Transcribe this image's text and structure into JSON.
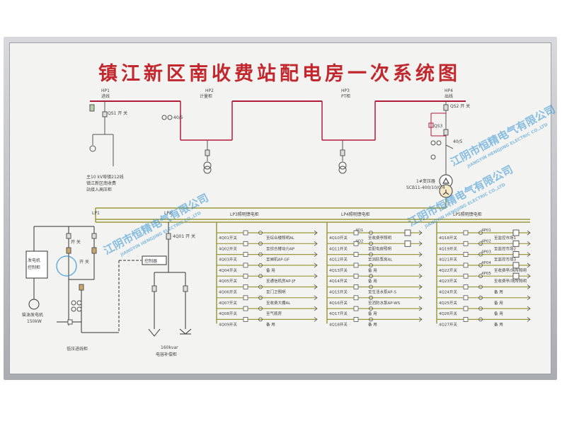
{
  "title": "镇江新区南收费站配电房一次系统图",
  "hv": {
    "cabinets": [
      {
        "id": "HP1",
        "name": "进线"
      },
      {
        "id": "HP2",
        "name": "计量柜"
      },
      {
        "id": "HP3",
        "name": "PT柜"
      },
      {
        "id": "HP4",
        "name": "出线"
      }
    ],
    "labels": {
      "qs": "QS1 开 关",
      "ta1": "40/5",
      "ta2": "40/5",
      "qs2": "QS2 开 关",
      "qf": "QS3"
    },
    "incoming_note": [
      "主10 kV埠镇212线",
      "镇江新区南收费",
      "站接入高压柜"
    ],
    "transformer_name": "1#变压器",
    "transformer_model": "SCB11-400/10/0.4"
  },
  "lv": {
    "lp1": "LP1",
    "lp2": "LP2",
    "lp3_title": "LP3照明馈电柜",
    "lp4_title": "LP4照明馈电柜",
    "lp5_title": "LP5照明馈电柜",
    "diesel": "柴油发电机",
    "diesel_rating": "150kW",
    "ats_box": [
      "发电机",
      "控制柜"
    ],
    "lp2_switch": "4Q01 开 关",
    "lp2_cap_box": "控制器",
    "lp2_cap_rating": "160kvar",
    "lp2_caption": "电容补偿柜",
    "lp1_caption": "低压进线柜",
    "lp1_switch1": "开 关",
    "lp1_switch2": "开 关",
    "lp3_rows": [
      {
        "switch": "4Q01开关",
        "desc": "至综合楼照明AL"
      },
      {
        "switch": "4Q02开关",
        "desc": "至综合楼动力AP"
      },
      {
        "switch": "4Q03开关",
        "desc": "至闸机AP-GF"
      },
      {
        "switch": "4Q04开关",
        "desc": "备 用"
      },
      {
        "switch": "4Q05开关",
        "desc": "至通信机房AP-JF"
      },
      {
        "switch": "4Q06开关",
        "desc": "至门卫照明"
      },
      {
        "switch": "4Q07开关",
        "desc": "至收费大棚AL"
      },
      {
        "switch": "4Q08开关",
        "desc": "至气瓶房"
      },
      {
        "switch": "4Q09开关",
        "desc": "备 用"
      }
    ],
    "lp4_rows": [
      {
        "switch": "4Q10开关",
        "desc": "至收费亭照明",
        "desc2": "4Q1"
      },
      {
        "switch": "4Q11开关",
        "desc": "至配电房照明",
        "desc2": "4Q2"
      },
      {
        "switch": "4Q12开关",
        "desc": "至消防泵房AL",
        "desc2": ""
      },
      {
        "switch": "4Q13开关",
        "desc": "备 用",
        "desc2": ""
      },
      {
        "switch": "4Q14开关",
        "desc": "备 用",
        "desc2": ""
      },
      {
        "switch": "4Q15开关",
        "desc": "至生活水泵AP-S",
        "desc2": ""
      },
      {
        "switch": "4Q16开关",
        "desc": "至消防水泵AP-WS",
        "desc2": ""
      },
      {
        "switch": "4Q17开关",
        "desc": "备 用",
        "desc2": ""
      },
      {
        "switch": "4Q18开关",
        "desc": "备 用",
        "desc2": ""
      }
    ],
    "lp5_rows": [
      {
        "switch": "4Q18开关",
        "desc": "至监控市场1",
        "code": "4P01"
      },
      {
        "switch": "4Q19开关",
        "desc": "至监控市场2",
        "code": "4P02"
      },
      {
        "switch": "4Q21开关",
        "desc": "至监控市场3",
        "code": "4P03"
      },
      {
        "switch": "4Q22开关",
        "desc": "至收费亭/场所照明",
        "code": "4P04"
      },
      {
        "switch": "4Q23开关",
        "desc": "至收费亭/场所照明",
        "code": "4P05"
      },
      {
        "switch": "4Q24开关",
        "desc": "备 用",
        "code": ""
      },
      {
        "switch": "4Q25开关",
        "desc": "备 用",
        "code": ""
      },
      {
        "switch": "4Q26开关",
        "desc": "备 用",
        "code": ""
      },
      {
        "switch": "4Q27开关",
        "desc": "备 用",
        "code": ""
      }
    ]
  },
  "watermarks": [
    {
      "name": "江阴市恒精电气有限公司",
      "latin": "JIANGYIN HENGJING ELECTRIC CO.,LTD"
    },
    {
      "name": "江阴市恒精电气有限公司",
      "latin": "JIANGYIN HENGJING ELECTRIC CO.,LTD"
    },
    {
      "name": "江阴市恒精电气有限公司",
      "latin": "JIANGYIN HENGJING ELECTRIC CO.,LTD"
    }
  ],
  "colors": {
    "hv_line": "#b31b3a",
    "lv_line": "#9c9a3a",
    "title": "#c1272d",
    "watermark": "#2b8fd4"
  }
}
